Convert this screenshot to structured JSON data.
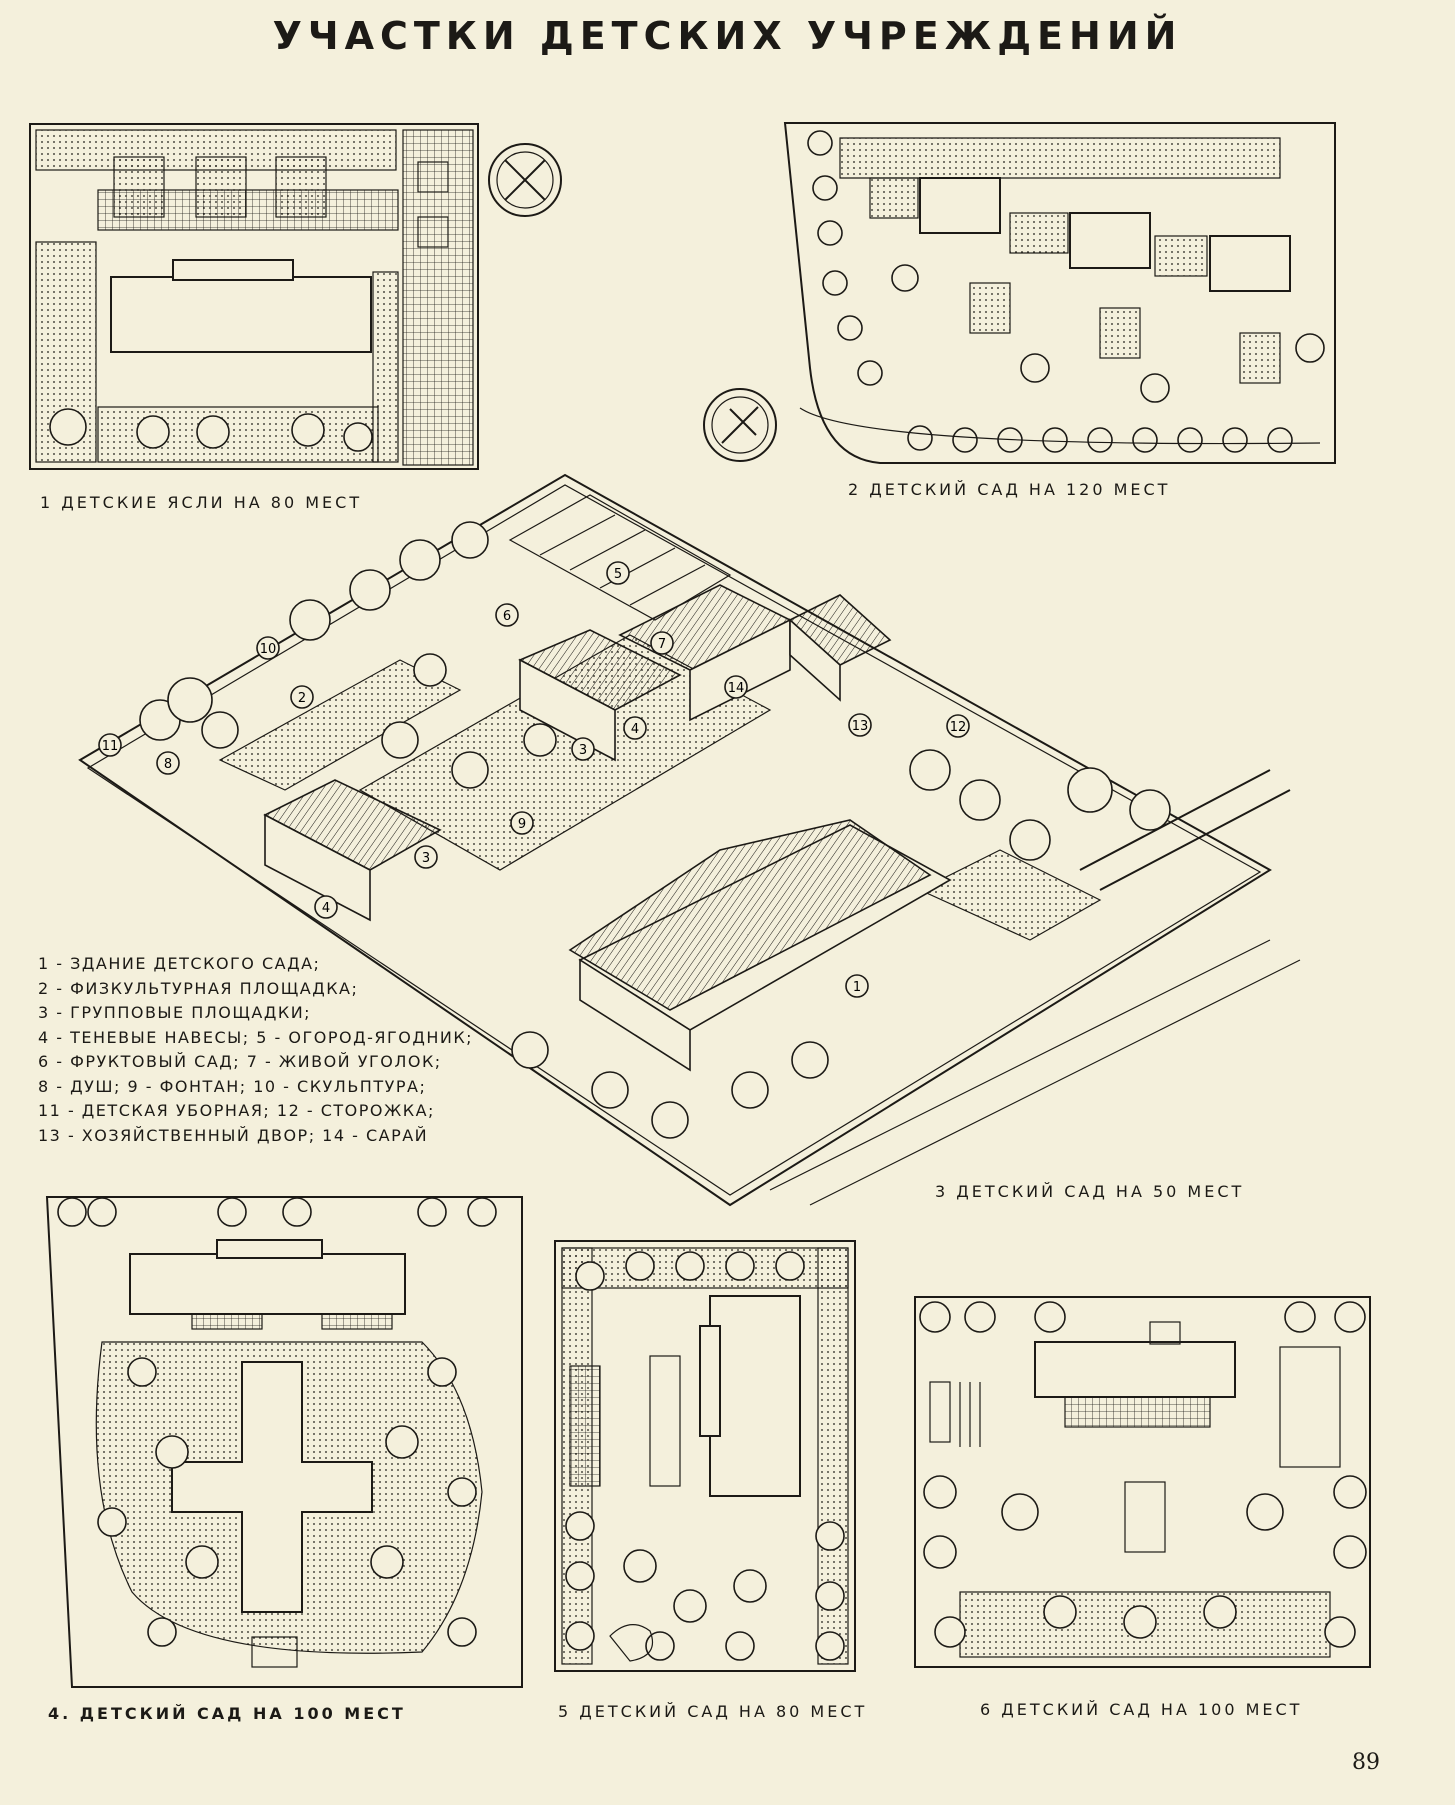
{
  "page": {
    "title": "УЧАСТКИ ДЕТСКИХ УЧРЕЖДЕНИЙ",
    "page_number": "89"
  },
  "captions": {
    "plan1": "1 ДЕТСКИЕ ЯСЛИ НА 80 МЕСТ",
    "plan2": "2 ДЕТСКИЙ САД НА 120 МЕСТ",
    "plan3": "3 ДЕТСКИЙ САД НА 50 МЕСТ",
    "plan4": "4. ДЕТСКИЙ САД НА 100 МЕСТ",
    "plan5": "5 ДЕТСКИЙ САД НА 80 МЕСТ",
    "plan6": "6 ДЕТСКИЙ САД НА 100 МЕСТ"
  },
  "legend": [
    "1 - ЗДАНИЕ ДЕТСКОГО САДА;",
    "2 - ФИЗКУЛЬТУРНАЯ ПЛОЩАДКА;",
    "3 - ГРУППОВЫЕ ПЛОЩАДКИ;",
    "4 - ТЕНЕВЫЕ НАВЕСЫ; 5 - ОГОРОД-ЯГОДНИК;",
    "6 - ФРУКТОВЫЙ САД; 7 - ЖИВОЙ УГОЛОК;",
    "8 - ДУШ; 9 - ФОНТАН; 10 - СКУЛЬПТУРА;",
    "11 - ДЕТСКАЯ УБОРНАЯ; 12 - СТОРОЖКА;",
    "13 - ХОЗЯЙСТВЕННЫЙ ДВОР; 14 - САРАЙ"
  ],
  "markers": [
    "1",
    "2",
    "3",
    "3",
    "4",
    "4",
    "5",
    "6",
    "7",
    "8",
    "9",
    "10",
    "11",
    "12",
    "13",
    "14"
  ],
  "colors": {
    "paper": "#f4f0dc",
    "ink": "#1c1a16"
  }
}
